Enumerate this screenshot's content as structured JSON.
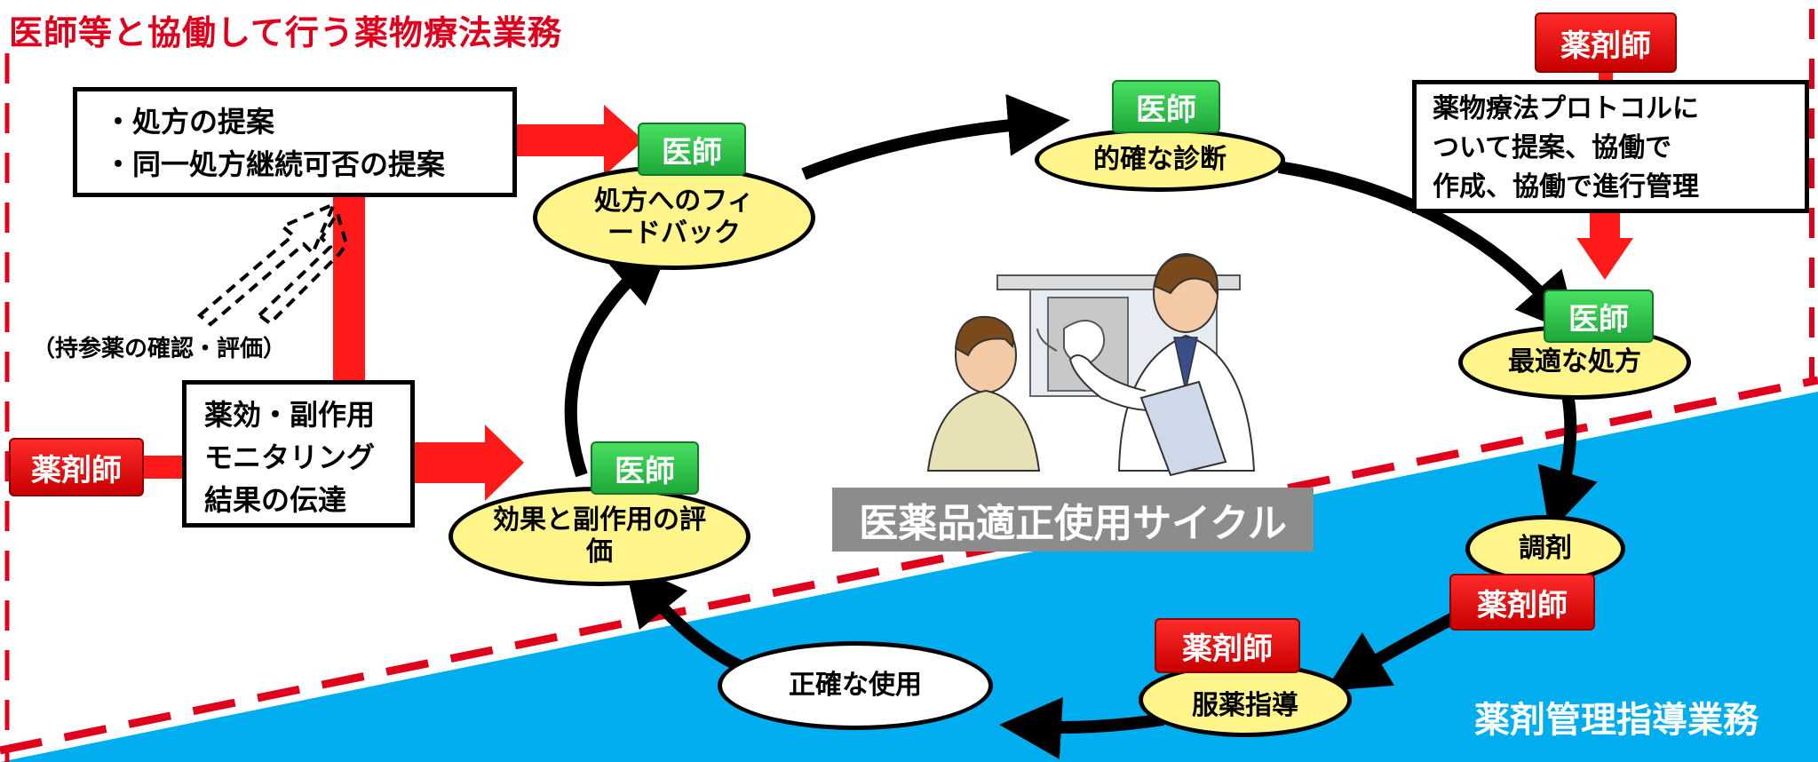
{
  "title": "医師等と協働して行う薬物療法業務",
  "colors": {
    "accent_red": "#e0001b",
    "doctor_green": "#2bbf45",
    "ellipse_yellow": "#fff58a",
    "lower_blue": "#00aeef",
    "caption_gray": "#8c8c8c"
  },
  "cycle": {
    "nodes": {
      "diagnosis": {
        "label": "的確な診断",
        "badge": "医師"
      },
      "prescription": {
        "label": "最適な処方",
        "badge": "医師"
      },
      "dispensing": {
        "label": "調剤",
        "badge": "薬剤師"
      },
      "guidance": {
        "label": "服薬指導",
        "badge": "薬剤師"
      },
      "correct_use": {
        "label": "正確な使用"
      },
      "evaluation": {
        "label": "効果と副作用の評価",
        "badge": "医師"
      },
      "feedback": {
        "label": "処方へのフィードバック",
        "badge": "医師"
      }
    },
    "center_caption": "医薬品適正使用サイクル",
    "illustration": "doctor-patient-consultation"
  },
  "left_panel": {
    "proposal_lines": [
      "・処方の提案",
      "・同一処方継続可否の提案"
    ],
    "brought_meds_note": "（持参薬の確認・評価）",
    "monitoring_lines": [
      "薬効・副作用",
      "モニタリング",
      "結果の伝達"
    ],
    "pharmacist_badge": "薬剤師"
  },
  "protocol": {
    "badge": "薬剤師",
    "lines": [
      "薬物療法プロトコルに",
      "ついて提案、協働で",
      "作成、協働で進行管理"
    ]
  },
  "footer_label": "薬剤管理指導業務"
}
